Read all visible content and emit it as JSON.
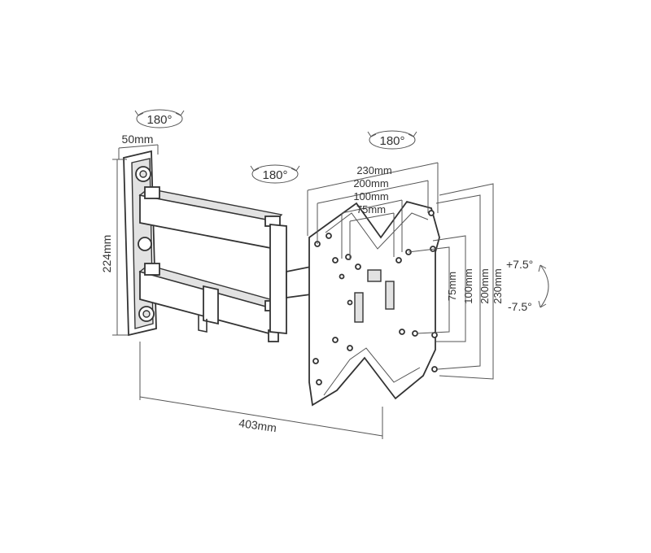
{
  "dimensions": {
    "wall_width": "50mm",
    "wall_height": "224mm",
    "total_depth": "403mm",
    "h230": "230mm",
    "h200": "200mm",
    "h100": "100mm",
    "h75": "75mm",
    "v75": "75mm",
    "v100": "100mm",
    "v200": "200mm",
    "v230": "230mm"
  },
  "rotations": {
    "wall_pivot": "180°",
    "arm_pivot": "180°",
    "head_swivel": "180°"
  },
  "tilt": {
    "up": "+7.5°",
    "down": "-7.5°"
  },
  "colors": {
    "line": "#333333",
    "shade": "#e2e2e2"
  }
}
